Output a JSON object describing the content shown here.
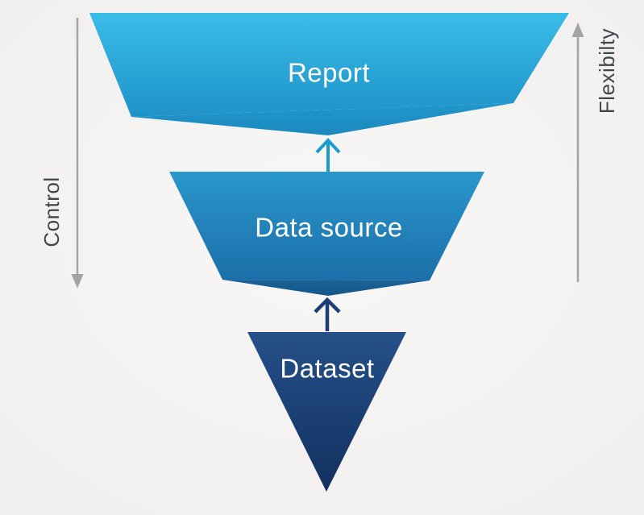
{
  "diagram": {
    "title": "data-model-funnel",
    "layers": [
      {
        "label": "Report"
      },
      {
        "label": "Data source"
      },
      {
        "label": "Dataset"
      }
    ],
    "axes": {
      "left_label": "Control",
      "left_direction": "down",
      "right_label": "Flexibilty",
      "right_direction": "up"
    },
    "arrows": [
      {
        "name": "dataset-to-datasource",
        "direction": "up"
      },
      {
        "name": "datasource-to-report",
        "direction": "up"
      }
    ],
    "colors": {
      "report_top": "#3abce8",
      "report_bottom": "#1e93c8",
      "report_fold_top": "#2097cc",
      "report_fold_bottom": "#1b89bd",
      "datasource_top": "#2997cb",
      "datasource_bottom": "#1c6fa9",
      "datasource_fold_top": "#1a6398",
      "datasource_fold_bottom": "#165689",
      "dataset_top": "#255088",
      "dataset_bottom": "#12305f",
      "arrow_cyan": "#1a9bce",
      "arrow_navy": "#1b3e74",
      "axis_gray": "#a3a3a3",
      "label_white": "#ffffff",
      "axis_text": "#3d464f",
      "bg_center": "#f8f7f5",
      "bg_edge": "#f0efed"
    }
  }
}
